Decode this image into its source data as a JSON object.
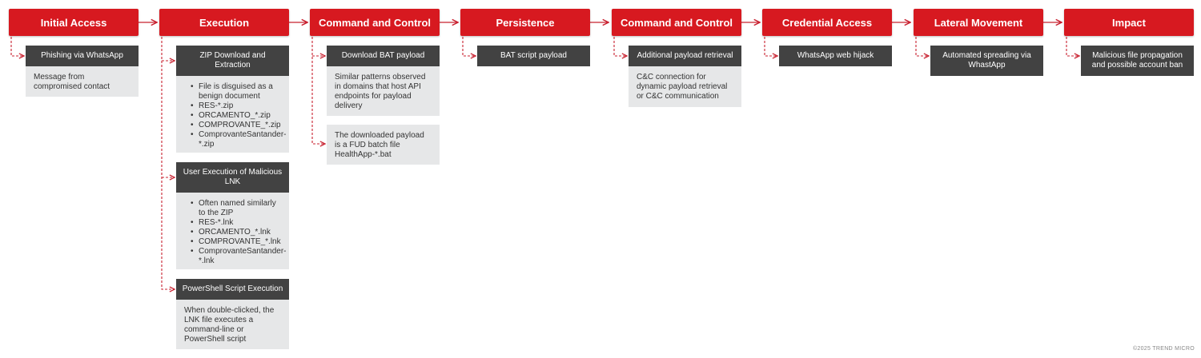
{
  "stages": [
    {
      "label": "Initial Access"
    },
    {
      "label": "Execution"
    },
    {
      "label": "Command and Control"
    },
    {
      "label": "Persistence"
    },
    {
      "label": "Command and Control"
    },
    {
      "label": "Credential Access"
    },
    {
      "label": "Lateral Movement"
    },
    {
      "label": "Impact"
    }
  ],
  "cards": {
    "phishing": {
      "title": "Phishing via WhatsApp",
      "text": "Message from compromised contact"
    },
    "zip": {
      "title": "ZIP Download and Extraction",
      "items": [
        "File is disguised as a benign document",
        "RES-*.zip",
        "ORCAMENTO_*.zip",
        "COMPROVANTE_*.zip",
        "ComprovanteSantander-*.zip"
      ]
    },
    "lnk": {
      "title": "User Execution of Malicious LNK",
      "items": [
        "Often named similarly to the ZIP",
        "RES-*.lnk",
        "ORCAMENTO_*.lnk",
        "COMPROVANTE_*.lnk",
        "ComprovanteSantander-*.lnk"
      ]
    },
    "powershell": {
      "title": "PowerShell Script Execution",
      "text": "When double-clicked, the LNK file executes a command-line or PowerShell script"
    },
    "download_bat": {
      "title": "Download BAT payload",
      "text": "Similar patterns observed in domains that host API endpoints for payload delivery"
    },
    "fud": {
      "text": "The downloaded payload is a FUD batch file HealthApp-*.bat"
    },
    "bat_script": {
      "title": "BAT script payload"
    },
    "additional": {
      "title": "Additional payload retrieval",
      "text": "C&C connection for dynamic payload retrieval or C&C communication"
    },
    "hijack": {
      "title": "WhatsApp web hijack"
    },
    "spreading": {
      "title": "Automated spreading via WhastApp"
    },
    "propagation": {
      "title": "Malicious file propagation and possible account ban"
    }
  },
  "footer": {
    "copyright": "©2025 TREND MICRO"
  },
  "colors": {
    "stage": "#d71920",
    "card_head": "#424242",
    "card_body": "#e6e7e8",
    "connector": "#c8202f"
  }
}
